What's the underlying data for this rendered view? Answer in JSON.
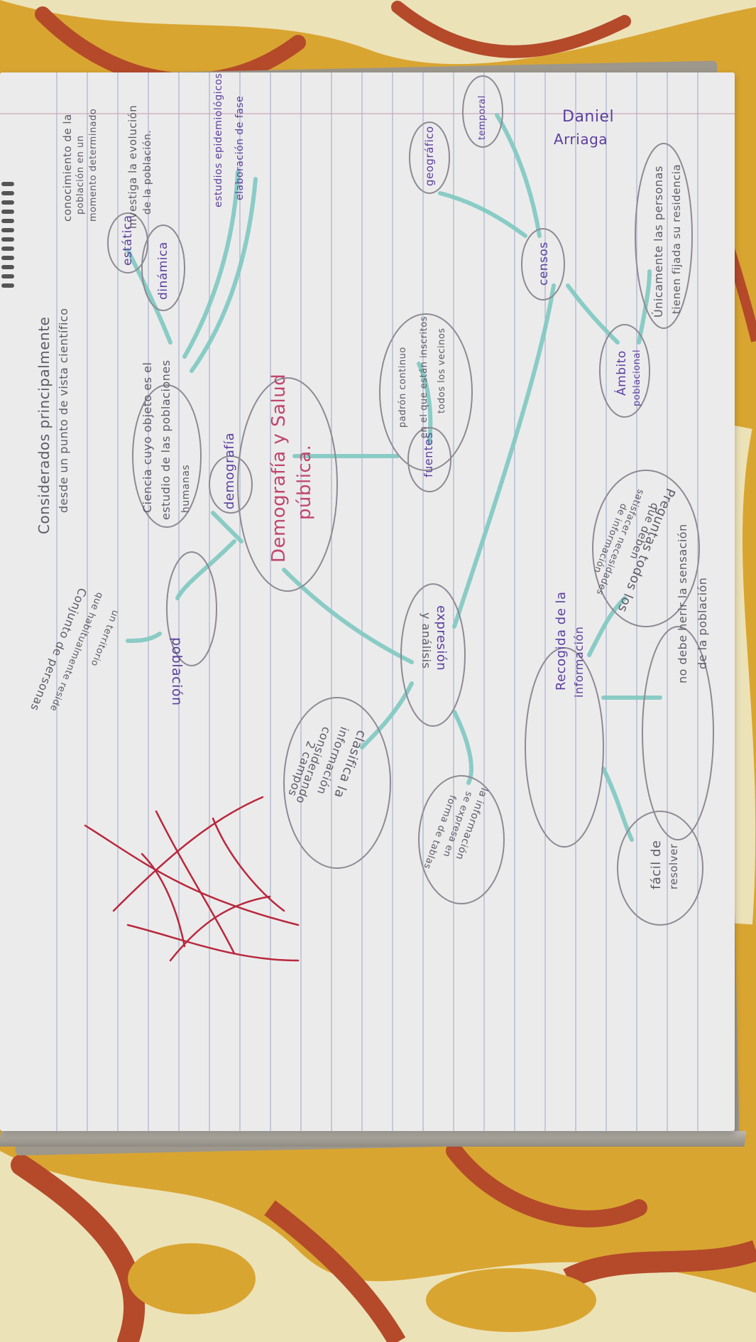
{
  "author": {
    "first": "Daniel",
    "last": "Arriaga"
  },
  "center": {
    "line1": "Demografía y Salud",
    "line2": "pública."
  },
  "left_branch": {
    "considerados_line1": "Considerados principalmente",
    "considerados_line2": "desde un punto de vista científico",
    "ciencia_line1": "Ciencia cuyo objeto es el",
    "ciencia_line2": "estudio de las poblaciones",
    "ciencia_line3": "humanas",
    "demografia": "demografía",
    "estatica": "estática",
    "estatica_def_1": "conocimiento de la",
    "estatica_def_2": "población en un",
    "estatica_def_3": "momento determinado",
    "dinamica": "dinámica",
    "dinamica_def_1": "investiga la evolución",
    "dinamica_def_2": "de la población.",
    "estudios": "estudios epidemiológicos",
    "elaboracion": "elaboración de fase",
    "poblacion": "población",
    "poblacion_def_1": "Conjunto de personas",
    "poblacion_def_2": "que habitualmente reside",
    "poblacion_def_3": "un territorio"
  },
  "fuentes_branch": {
    "fuentes": "fuentes",
    "padron": "padrón continuo",
    "padron_def_1": "en el que están inscritos",
    "padron_def_2": "todos los vecinos",
    "censos": "censos",
    "geografico": "geográfico",
    "temporal": "temporal",
    "ambito_1": "Ámbito",
    "ambito_2": "poblacional",
    "ambito_def_1": "Únicamente las personas",
    "ambito_def_2": "tienen fijada su residencia"
  },
  "right_branch": {
    "expresion_1": "expresión",
    "expresion_2": "y análisis",
    "clasifica_1": "clasifica la",
    "clasifica_2": "información",
    "clasifica_3": "considerando",
    "clasifica_4": "2 campos",
    "formas_1": "la información",
    "formas_2": "se expresa en",
    "formas_3": "forma de tablas",
    "recogida_1": "Recogida de la",
    "recogida_2": "información",
    "preguntas_1": "Preguntas todos los",
    "preguntas_2": "que deben",
    "preguntas_3": "satisfacer necesidades",
    "preguntas_4": "de información",
    "no_debe_1": "no debe herir la sensación",
    "no_debe_2": "de la población",
    "facil_1": "fácil de",
    "facil_2": "resolver"
  },
  "colors": {
    "page": "#ecebec",
    "rule_line": "#aab2cc",
    "ink_pencil": "#5d5b66",
    "ink_purple": "#5a3f9e",
    "ink_pink": "#c0466e",
    "connector_teal": "#7fc9c1",
    "signature_red": "#b8283c",
    "fabric_yellow": "#d9a531",
    "fabric_cream": "#ece2b8",
    "fabric_red": "#b44a2a"
  }
}
